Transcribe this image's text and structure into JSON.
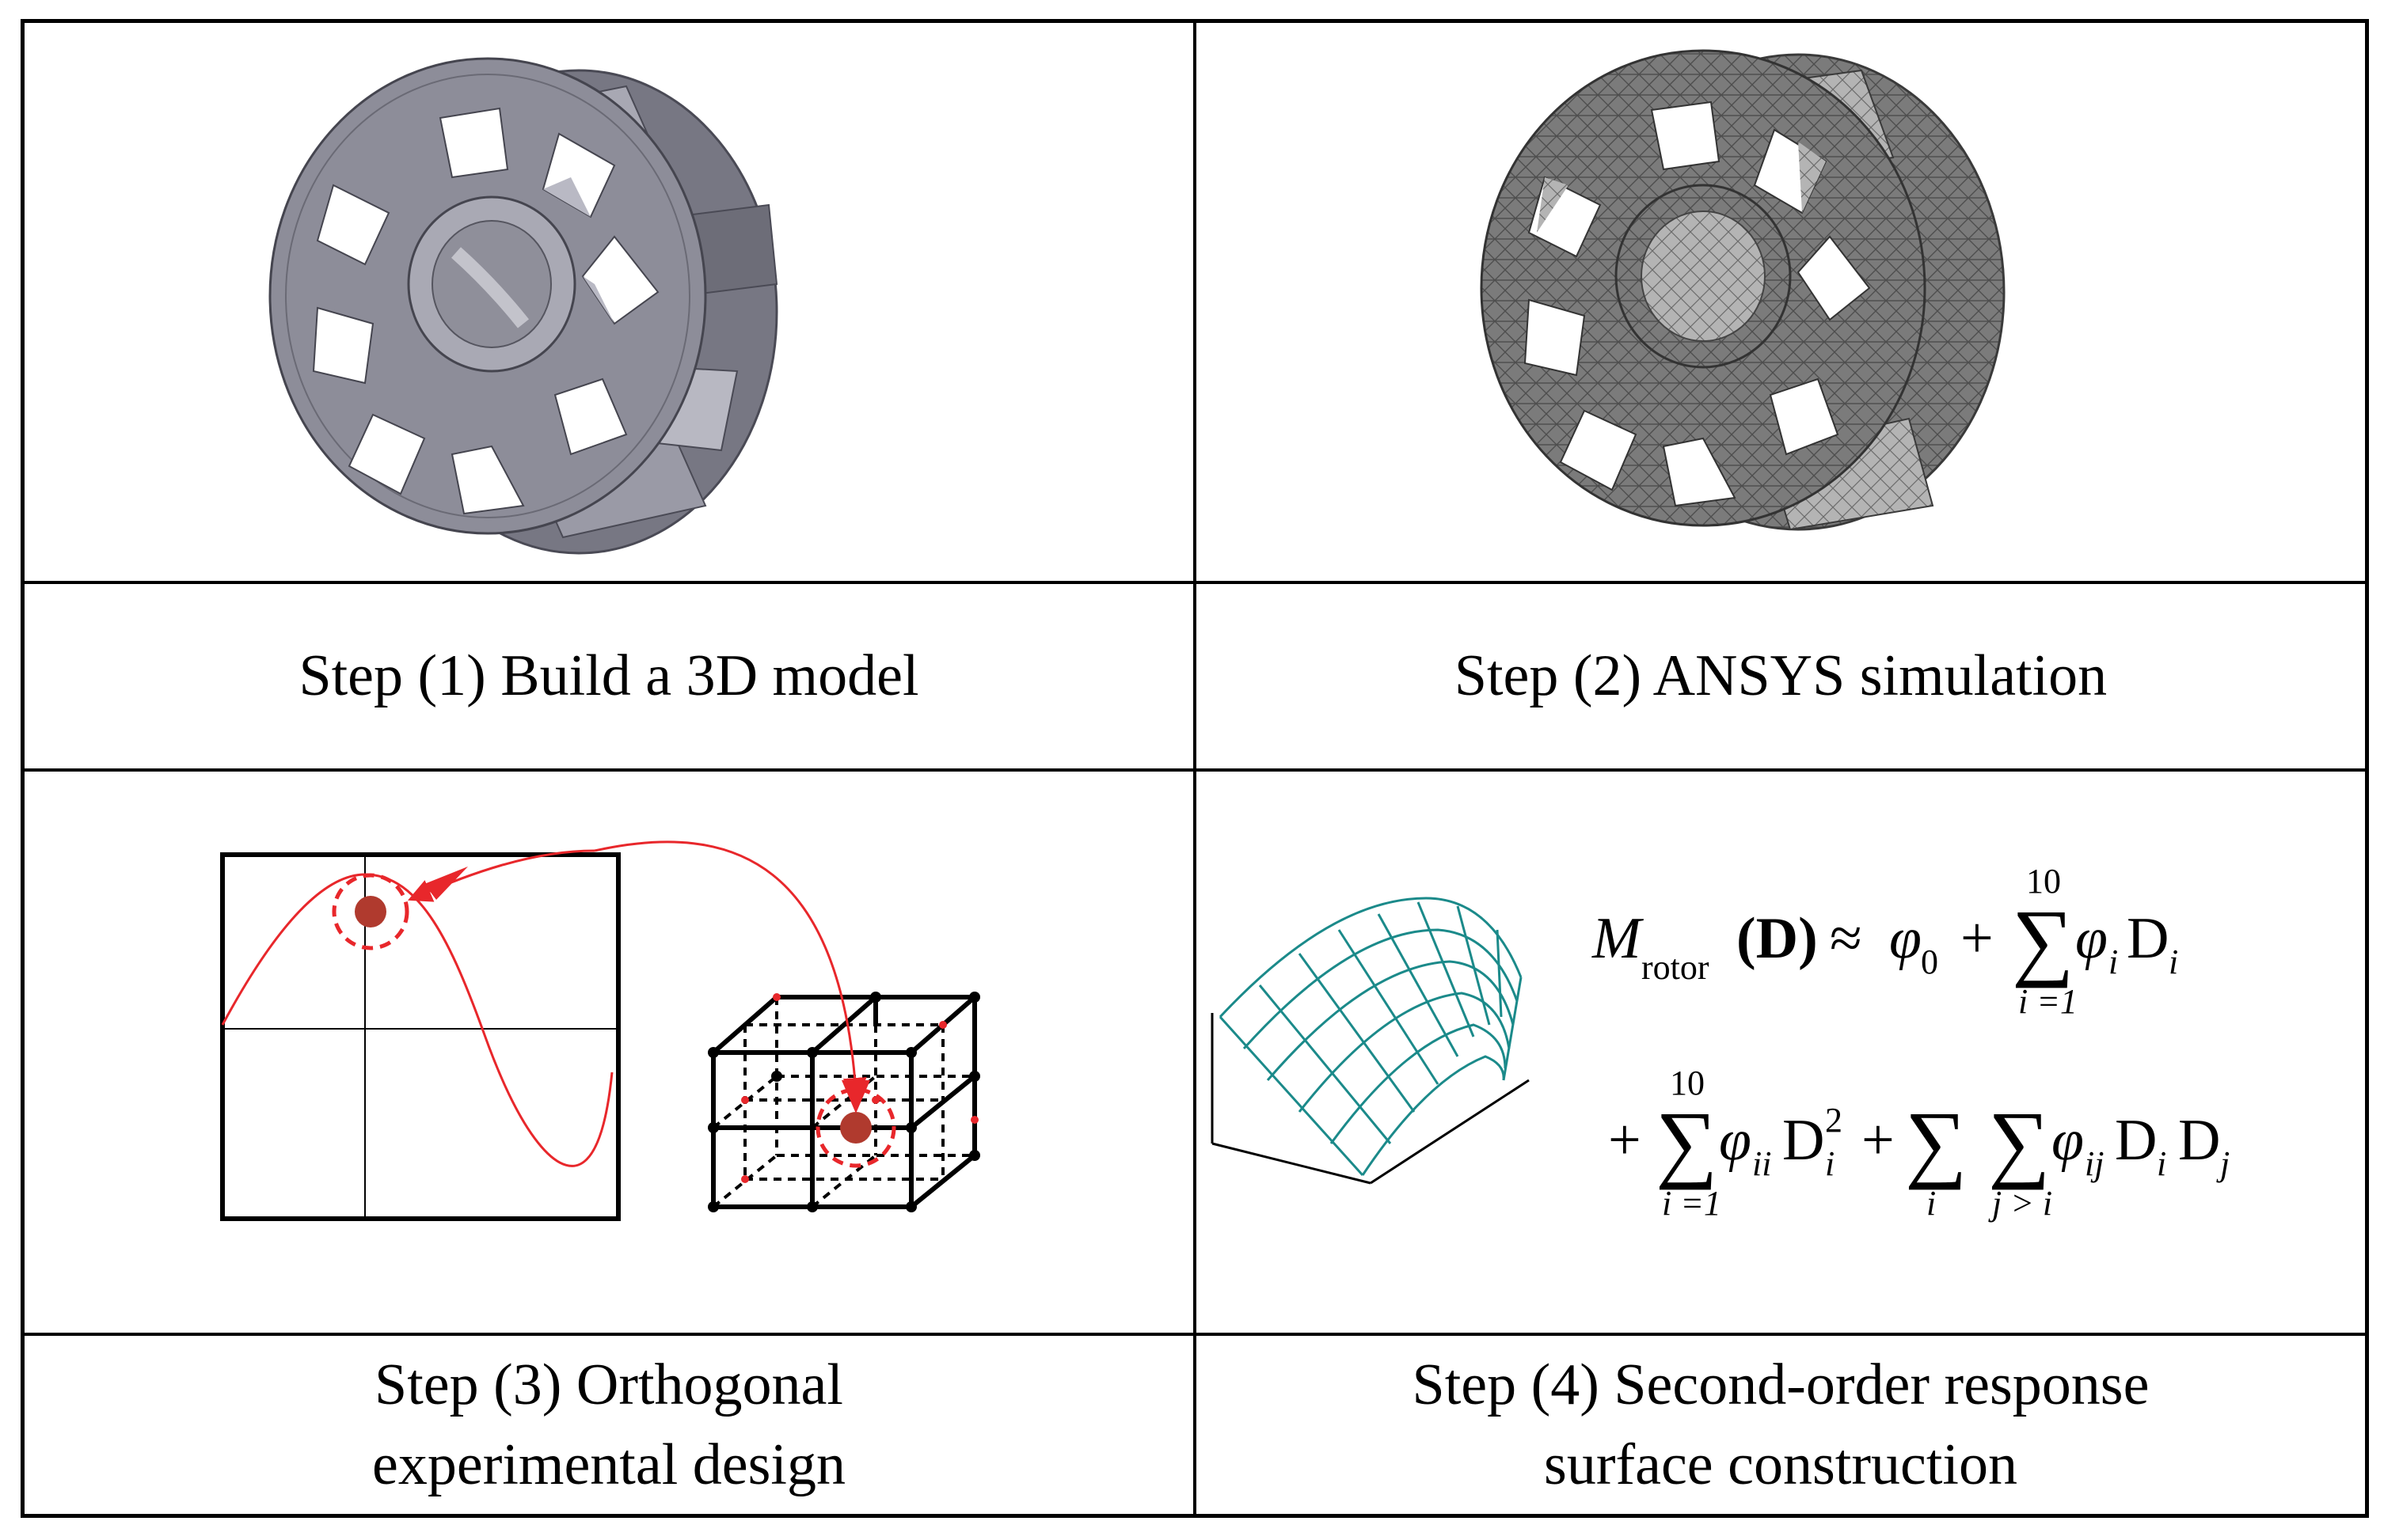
{
  "steps": [
    {
      "caption_lines": [
        "Step (1) Build a 3D model"
      ]
    },
    {
      "caption_lines": [
        "Step (2) ANSYS simulation"
      ]
    },
    {
      "caption_lines": [
        "Step (3) Orthogonal",
        "experimental design"
      ]
    },
    {
      "caption_lines": [
        "Step (4) Second-order response",
        "surface construction"
      ]
    }
  ],
  "images": {
    "cad_model": "rotor-cad-model-image",
    "mesh_model": "rotor-fea-mesh-image",
    "curve_plot": "sine-curve-plot",
    "grid_cube": "orthogonal-grid-cube",
    "surface_plot": "response-surface-mesh"
  },
  "formula": {
    "lhs_symbol": "M",
    "lhs_subscript": "rotor",
    "lhs_arg": "(D)",
    "approx": "≈",
    "phi": "φ",
    "phi0_sub": "0",
    "plus": "+",
    "sum": "∑",
    "upper_limit": "10",
    "lower_limit": "i =1",
    "var": "D",
    "sub_i": "i",
    "sub_j": "j",
    "sub_ii": "ii",
    "sub_ij": "ij",
    "sq": "2",
    "sum_i_lower": "i",
    "sum_j_lower": "j > i"
  },
  "colors": {
    "border": "#000000",
    "rotor_fill": "#8d8d99",
    "mesh_fill": "#7a7a7a",
    "curve": "#e8272b",
    "marker": "#b03a2e",
    "surface": "#1b8a8a"
  }
}
